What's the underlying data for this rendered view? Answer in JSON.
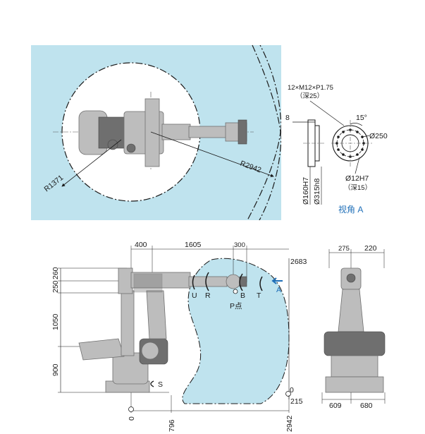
{
  "colors": {
    "workspace": "#bfe3ee",
    "robot": "#bdbdbd",
    "robot_dark": "#6f6f6f",
    "line": "#1a1a1a",
    "accent": "#1f6fb8"
  },
  "top_view": {
    "radius_outer": "R2942",
    "radius_inner": "R1371"
  },
  "view_a": {
    "thread_spec": "12×M12×P1.75",
    "thread_depth": "（深25）",
    "offset": "8",
    "angle": "15°",
    "pcd": "Ø250",
    "pin_hole": "Ø12H7",
    "pin_depth": "（深15）",
    "bore": "Ø160H7",
    "spigot": "Ø315h8",
    "title": "视角 A"
  },
  "side_view": {
    "dims_top": [
      "400",
      "1605",
      "300"
    ],
    "height_top": "2683",
    "dims_left": [
      "260",
      "250",
      "1050",
      "900"
    ],
    "axis_labels": [
      "U",
      "R",
      "B",
      "T"
    ],
    "point_label": "P点",
    "arrow_label": "A",
    "s_axis": "S",
    "zero_v": "0",
    "bottom_v": "215",
    "zero_h": "0",
    "bottom_h1": "796",
    "bottom_h2": "2942"
  },
  "front_view": {
    "dims_top": [
      "275",
      "220"
    ],
    "dims_bottom": [
      "609",
      "680"
    ]
  }
}
